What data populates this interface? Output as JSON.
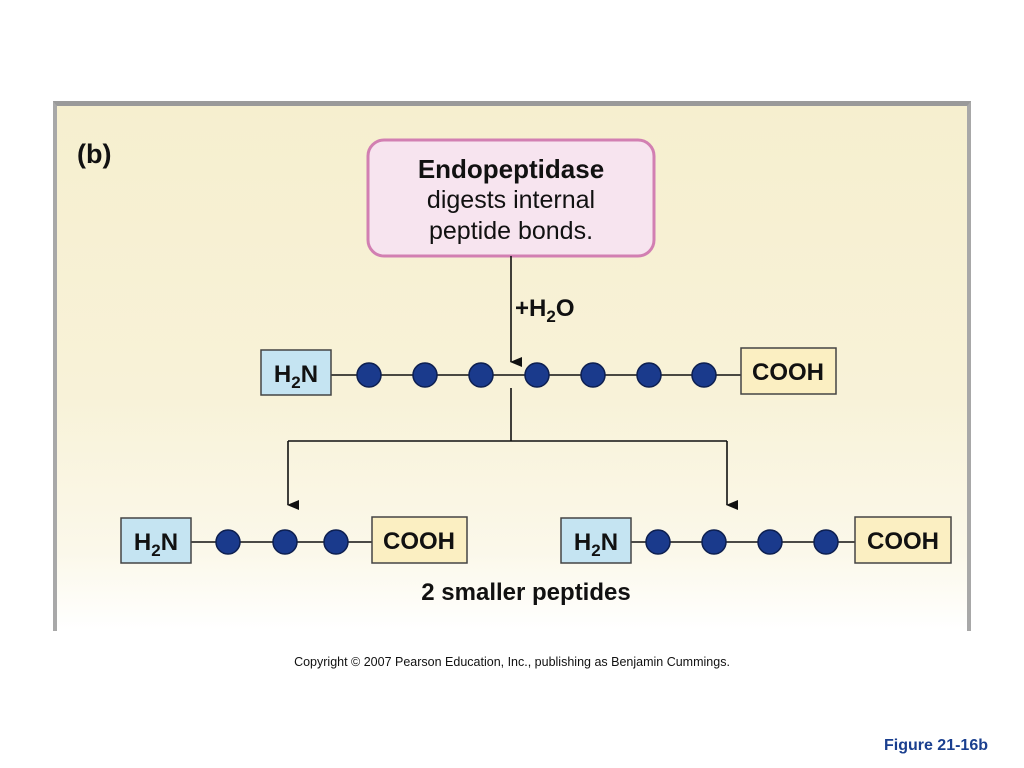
{
  "panel_label": "(b)",
  "callout": {
    "title": "Endopeptidase",
    "line1": "digests internal",
    "line2": "peptide bonds."
  },
  "reagent": {
    "prefix": "+H",
    "subscript": "2",
    "suffix": "O"
  },
  "amino_group": {
    "main": "H",
    "subscript": "2",
    "suffix": "N"
  },
  "carboxyl_group": "COOH",
  "result_caption": "2 smaller peptides",
  "copyright": "Copyright © 2007 Pearson Education, Inc., publishing as Benjamin Cummings.",
  "figure_label": "Figure 21-16b",
  "colors": {
    "residue": "#1a3a8c",
    "amino_box": "#c5e4f2",
    "carboxyl_box": "#fbefc2",
    "callout_border": "#d27fb2",
    "callout_fill": "#f7e4ef",
    "figure_label": "#1a3f8f"
  }
}
